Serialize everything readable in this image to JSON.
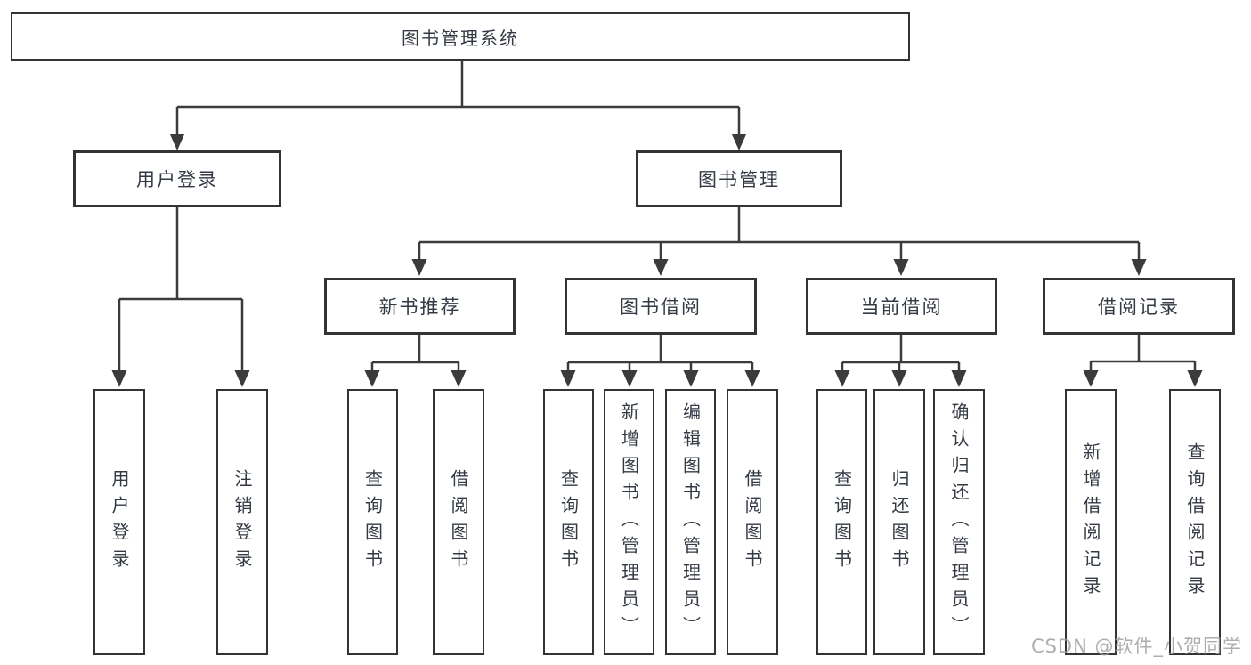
{
  "colors": {
    "background": "#ffffff",
    "box_border": "#333333",
    "line": "#3b3b3b",
    "text": "#333a44",
    "watermark": "#a0a0a0"
  },
  "diagram": {
    "root": {
      "label": "图书管理系统"
    },
    "branches": [
      {
        "label": "用户登录",
        "children": [
          {
            "label": "用户登录"
          },
          {
            "label": "注销登录"
          }
        ]
      },
      {
        "label": "图书管理",
        "children": [
          {
            "label": "新书推荐",
            "children": [
              {
                "label": "查询图书"
              },
              {
                "label": "借阅图书"
              }
            ]
          },
          {
            "label": "图书借阅",
            "children": [
              {
                "label": "查询图书"
              },
              {
                "label": "新增图书（管理员）"
              },
              {
                "label": "编辑图书（管理员）"
              },
              {
                "label": "借阅图书"
              }
            ]
          },
          {
            "label": "当前借阅",
            "children": [
              {
                "label": "查询图书"
              },
              {
                "label": "归还图书"
              },
              {
                "label": "确认归还（管理员）"
              }
            ]
          },
          {
            "label": "借阅记录",
            "children": [
              {
                "label": "新增借阅记录"
              },
              {
                "label": "查询借阅记录"
              }
            ]
          }
        ]
      }
    ]
  },
  "watermark": {
    "text": "CSDN @软件_小贺同学"
  }
}
